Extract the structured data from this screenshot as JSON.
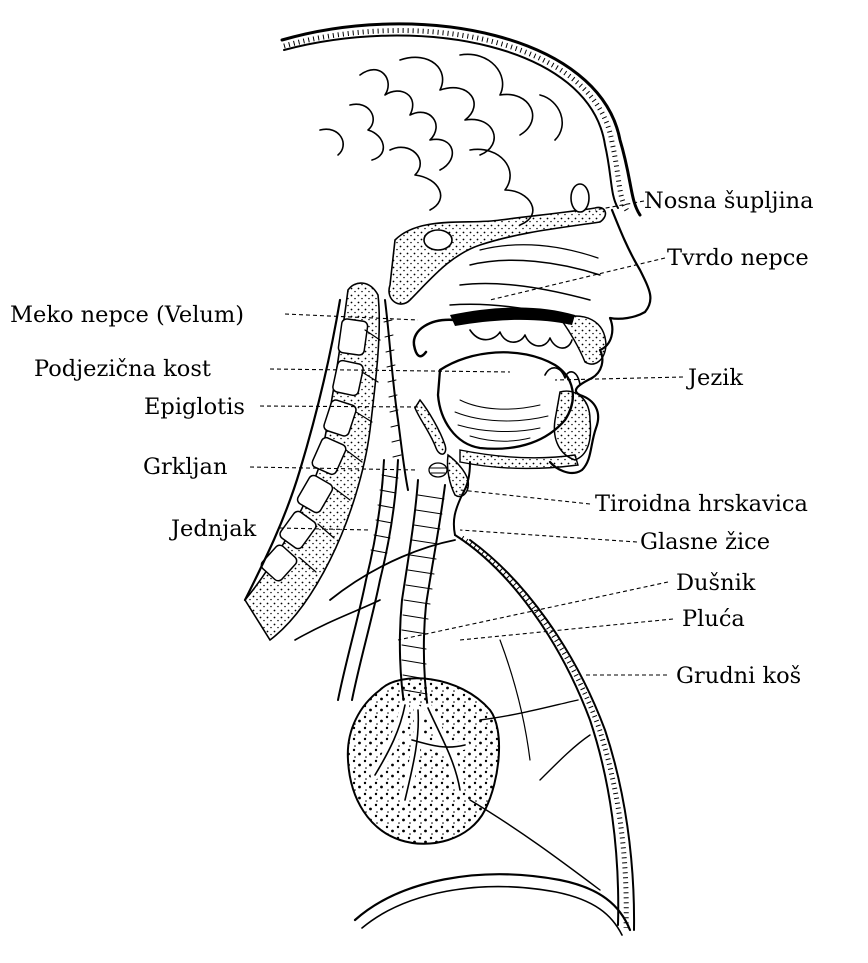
{
  "labels": {
    "nosna_supljina": "Nosna šupljina",
    "tvrdo_nepce": "Tvrdo nepce",
    "meko_nepce": "Meko nepce (Velum)",
    "podjezicna_kost": "Podjezična kost",
    "jezik": "Jezik",
    "epiglotis": "Epiglotis",
    "grkljan": "Grkljan",
    "tiroidna_hrskavica": "Tiroidna hrskavica",
    "jednjak": "Jednjak",
    "glasne_zice": "Glasne žice",
    "dusnik": "Dušnik",
    "pluca": "Pluća",
    "grudni_kos": "Grudni koš"
  }
}
